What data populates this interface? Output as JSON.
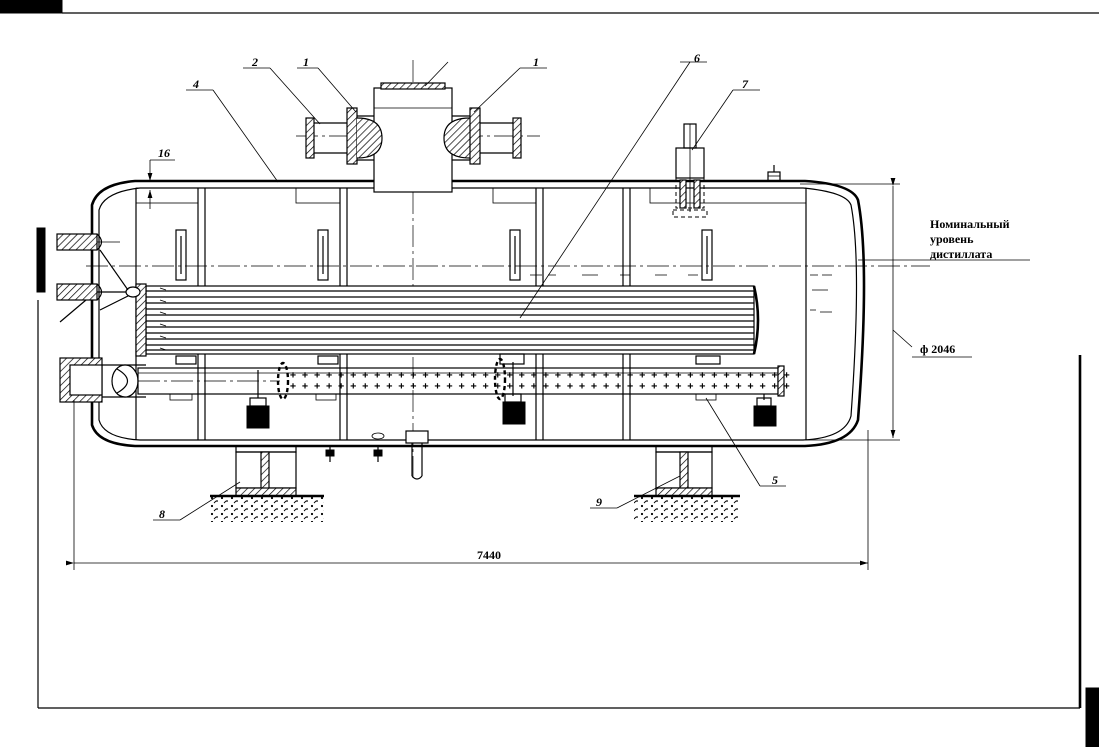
{
  "callouts": {
    "c1a": "1",
    "c2": "2",
    "c1b": "1",
    "c6": "6",
    "c7": "7",
    "c4": "4",
    "c16": "16",
    "c5": "5",
    "c8": "8",
    "c9": "9"
  },
  "note": {
    "line1": "Номинальный",
    "line2": "уровень",
    "line3": "дистиллата"
  },
  "dimensions": {
    "length": "7440",
    "diameter": "ф 2046"
  }
}
